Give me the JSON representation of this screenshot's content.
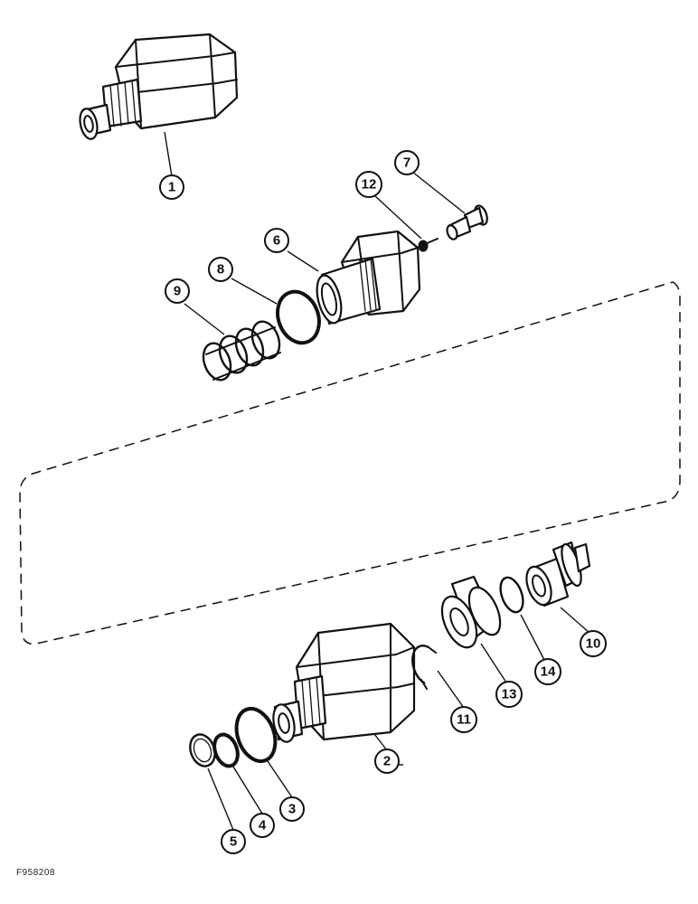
{
  "figure_code": "F958208",
  "callouts": [
    {
      "id": "1",
      "label": "1"
    },
    {
      "id": "2",
      "label": "2"
    },
    {
      "id": "3",
      "label": "3"
    },
    {
      "id": "4",
      "label": "4"
    },
    {
      "id": "5",
      "label": "5"
    },
    {
      "id": "6",
      "label": "6"
    },
    {
      "id": "7",
      "label": "7"
    },
    {
      "id": "8",
      "label": "8"
    },
    {
      "id": "9",
      "label": "9"
    },
    {
      "id": "10",
      "label": "10"
    },
    {
      "id": "11",
      "label": "11"
    },
    {
      "id": "12",
      "label": "12"
    },
    {
      "id": "13",
      "label": "13"
    },
    {
      "id": "14",
      "label": "14"
    }
  ]
}
